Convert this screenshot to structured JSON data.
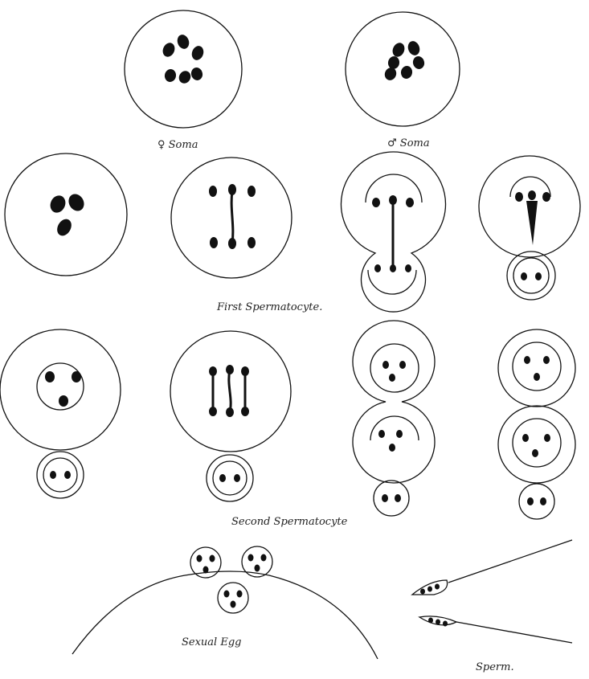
{
  "labels": {
    "female_soma": "♀ Soma",
    "male_soma": "♂ Soma",
    "first_spermatocyte": "First Spermatocyte.",
    "second_spermatocyte": "Second Spermatocyte",
    "sexual_egg": "Sexual Egg",
    "sperm": "Sperm."
  }
}
